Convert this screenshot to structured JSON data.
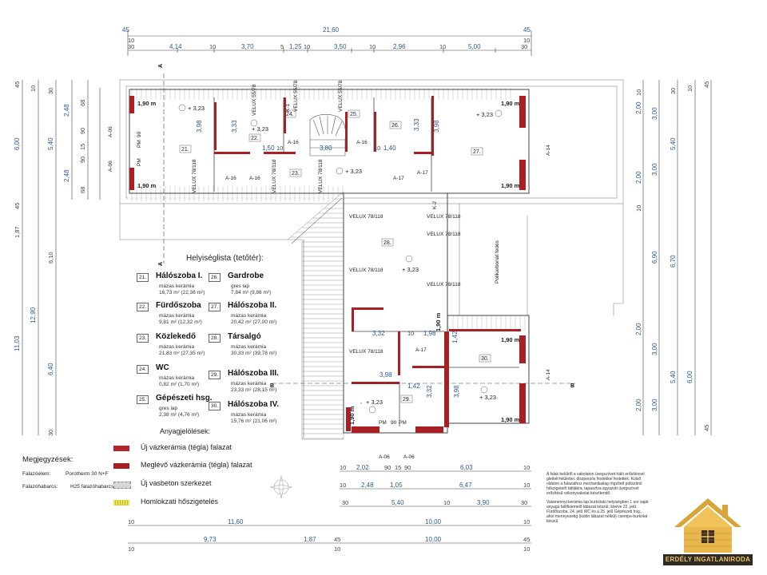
{
  "dims": {
    "top_total": "21,60",
    "top_edge": "45",
    "top_segments": [
      "30",
      "4,14",
      "10",
      "3,70",
      "5",
      "1,25",
      "10",
      "3,50",
      "10",
      "2,96",
      "10",
      "5,00",
      "30"
    ],
    "left_outer": [
      "45",
      "10",
      "30",
      "6,00",
      "45"
    ],
    "left_inner": [
      "2,48",
      "5,40",
      "2,48"
    ],
    "left_small": [
      "68",
      "90",
      "15",
      "90",
      "68"
    ],
    "left_long": [
      "1,87",
      "6,10",
      "12,90",
      "11,03",
      "6,40"
    ],
    "right_outer": [
      "45",
      "10",
      "30",
      "3,00",
      "3,00",
      "6,90",
      "6,00",
      "3,00",
      "3,00",
      "45"
    ],
    "right_inner": [
      "10",
      "2,00",
      "5,40",
      "2,00",
      "10",
      "2,00",
      "6,70",
      "5,40",
      "2,00"
    ],
    "bottom_rows": [
      [
        "10",
        "2,02",
        "90",
        "15",
        "90",
        "6,03",
        "10"
      ],
      [
        "10",
        "2,48",
        "1,05",
        "6,47",
        "10"
      ],
      [
        "30",
        "5,40",
        "10",
        "3,90",
        "30"
      ],
      [
        "10",
        "11,60",
        "10,00",
        "10"
      ],
      [
        "9,73",
        "1,87",
        "45",
        "10,00",
        "45"
      ]
    ],
    "interior": [
      "1,50",
      "10",
      "3,80",
      "10",
      "1,40",
      "3,32",
      "10",
      "1,98",
      "3,98",
      "1,42",
      "3,32",
      "3,98",
      "1,42",
      "3,98",
      "3,33",
      "3,98",
      "3,33"
    ]
  },
  "rooms_plan": [
    "21.",
    "22.",
    "23.",
    "24.",
    "25.",
    "26.",
    "27.",
    "28.",
    "29.",
    "30."
  ],
  "elevations": [
    "+ 3,23",
    "+ 3,23",
    "+ 3,23",
    "+ 3,23",
    "+ 3,23",
    "+ 3,23",
    "+ 3,23",
    "+ 3,23"
  ],
  "skylights": [
    "VELUX 55/78",
    "VELUX 55/78",
    "VELUX 55/78",
    "VELUX 78/118",
    "VELUX 78/118",
    "VELUX 78/118",
    "VELUX 78/118",
    "VELUX 78/118",
    "VELUX 78/118",
    "VELUX 78/118",
    "VELUX 78/118",
    "VELUX 78/118"
  ],
  "doors": [
    "A-16",
    "A-16",
    "A-17",
    "A-17",
    "A-16",
    "A-16",
    "A-17",
    "A-14",
    "A-14",
    "A-06",
    "A-06",
    "A-06",
    "A-06",
    "K-1",
    "K-2"
  ],
  "parapet": "1,90 m",
  "section_marks": [
    "A",
    "A",
    "B",
    "B"
  ],
  "pm_labels": [
    "PM",
    "90",
    "PM",
    "PM",
    "90",
    "PM"
  ],
  "rail_text": "Polikarbonát fedés",
  "room_list": {
    "title": "Helyiséglista (tetőtér):",
    "rooms": [
      {
        "num": "21.",
        "name": "Hálószoba I.",
        "mat": "mázas kerámia",
        "area": "16,73 m² (22,36 m²)"
      },
      {
        "num": "22.",
        "name": "Fürdőszoba",
        "mat": "mázas kerámia",
        "area": "9,81 m² (12,32 m²)"
      },
      {
        "num": "23.",
        "name": "Közlekedő",
        "mat": "mázas kerámia",
        "area": "21,83 m² (27,35 m²)"
      },
      {
        "num": "24.",
        "name": "WC",
        "mat": "mázas kerámia",
        "area": "0,82 m² (1,70 m²)"
      },
      {
        "num": "25.",
        "name": "Gépészeti hsg.",
        "mat": "gres lap",
        "area": "2,38 m² (4,76 m²)"
      },
      {
        "num": "26.",
        "name": "Gardrobe",
        "mat": "gres lap",
        "area": "7,84 m² (9,86 m²)"
      },
      {
        "num": "27.",
        "name": "Hálószoba II.",
        "mat": "mázas kerámia",
        "area": "20,42 m² (27,00 m²)"
      },
      {
        "num": "28.",
        "name": "Társalgó",
        "mat": "mázas kerámia",
        "area": "30,33 m² (39,78 m²)"
      },
      {
        "num": "29.",
        "name": "Hálószoba III.",
        "mat": "mázas kerámia",
        "area": "23,33 m² (28,15 m²)"
      },
      {
        "num": "30.",
        "name": "Hálószoba IV.",
        "mat": "mázas kerámia",
        "area": "15,76 m² (21,06 m²)"
      }
    ]
  },
  "legend": {
    "title": "Anyagjelölések:",
    "items": [
      {
        "label": "Új vázkerámia (tégla) falazat",
        "color": "#b3262c"
      },
      {
        "label": "Meglévő vázkerámia (tégla) falazat",
        "color": "#a81f24"
      },
      {
        "label": "Új vasbeton szerkezet",
        "color": "#c9c9c9"
      },
      {
        "label": "Homlokzati hőszigetelés",
        "color": "#e8e35a"
      }
    ]
  },
  "notes": {
    "title": "Megjegyzések:",
    "items": [
      {
        "k": "Falazóelem:",
        "v": "Porotherm 30 N+F"
      },
      {
        "k": "Falazóhabarcs:",
        "v": "H25 falazóhabarcs"
      }
    ]
  },
  "side_note": [
    "A falak belülről a vakolaton üvegszövet háló erősítéssel glettelt felülettel, diszperzós festékkel festettek. Külső oldalon a falazathoz mechanikailag rögzített polisztirol hőszigetelő táblákra, tapasztva ágyazott üvegszövet erősítésű vékonyvakolat készítendő.",
    "Valamennyi kerámia lap burkolatú helyiségben 1 sor saját anyagú faltőkiemelő lábazat készül, kivéve 22. jelű Fürdőszoba, 24. jelű WC és a 25. jelű Gépészeti hsg., ahol mennyezetig (külön lábazat nélkül) csempe-burkolat készül."
  ],
  "logo": {
    "brand": "ERDÉLY INGATLANIRODA"
  },
  "colors": {
    "wall": "#a81f24",
    "roof": "#bdbdbd",
    "dim": "#2c5a8a",
    "line": "#444444"
  }
}
